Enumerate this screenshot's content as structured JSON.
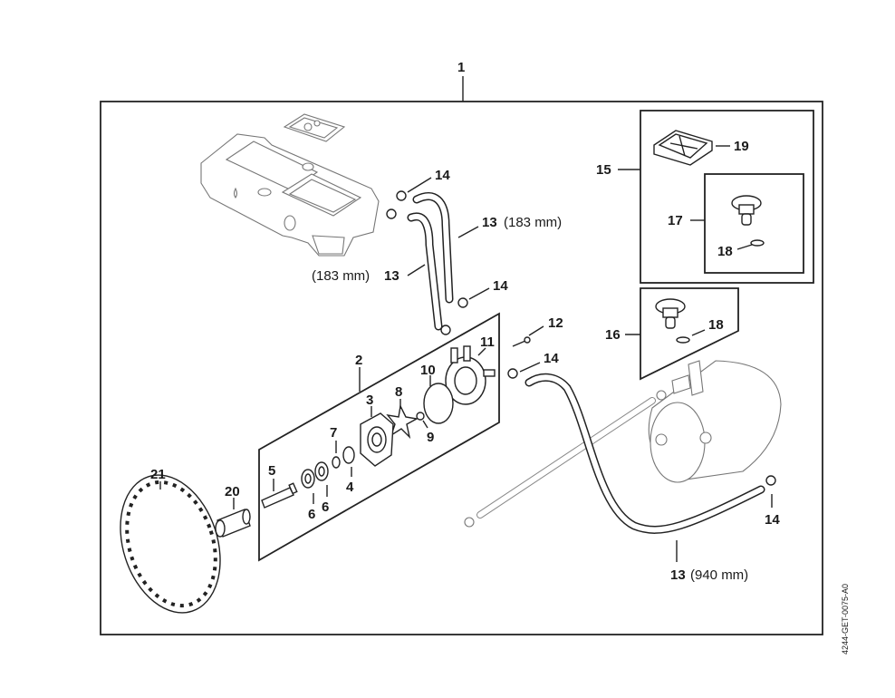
{
  "diagram": {
    "title_callout": "1",
    "reference_code": "4244-GET-0075-A0",
    "callouts": [
      {
        "id": "1",
        "part": "assembly-kit"
      },
      {
        "id": "2",
        "part": "pump-kit"
      },
      {
        "id": "3",
        "part": "pump-housing"
      },
      {
        "id": "4",
        "part": "seal"
      },
      {
        "id": "5",
        "part": "shaft"
      },
      {
        "id": "6a",
        "label": "6",
        "part": "bearing"
      },
      {
        "id": "6b",
        "label": "6",
        "part": "bearing"
      },
      {
        "id": "7",
        "part": "retaining-ring"
      },
      {
        "id": "8",
        "part": "impeller"
      },
      {
        "id": "9",
        "part": "nut"
      },
      {
        "id": "10",
        "part": "o-ring"
      },
      {
        "id": "11",
        "part": "pump-cover"
      },
      {
        "id": "12",
        "part": "screw"
      },
      {
        "id": "13a",
        "label": "13",
        "part": "hose",
        "length": "(183 mm)"
      },
      {
        "id": "13b",
        "label": "13",
        "part": "hose",
        "length": "(183 mm)"
      },
      {
        "id": "13c",
        "label": "13",
        "part": "hose",
        "length": "(940 mm)"
      },
      {
        "id": "14a",
        "label": "14",
        "part": "hose-clamp"
      },
      {
        "id": "14b",
        "label": "14",
        "part": "hose-clamp"
      },
      {
        "id": "14c",
        "label": "14",
        "part": "hose-clamp"
      },
      {
        "id": "14d",
        "label": "14",
        "part": "hose-clamp"
      },
      {
        "id": "15",
        "part": "valve-kit"
      },
      {
        "id": "16",
        "part": "cap-kit"
      },
      {
        "id": "17",
        "part": "cap-kit"
      },
      {
        "id": "18a",
        "label": "18",
        "part": "o-ring"
      },
      {
        "id": "18b",
        "label": "18",
        "part": "o-ring"
      },
      {
        "id": "19",
        "part": "valve-plate"
      },
      {
        "id": "20",
        "part": "coupling"
      },
      {
        "id": "21",
        "part": "fan-guard"
      }
    ],
    "labels": {
      "c1": "1",
      "c2": "2",
      "c3": "3",
      "c4": "4",
      "c5": "5",
      "c6a": "6",
      "c6b": "6",
      "c7": "7",
      "c8": "8",
      "c9": "9",
      "c10": "10",
      "c11": "11",
      "c12": "12",
      "c13a": "13",
      "c13a_len": "(183 mm)",
      "c13b": "13",
      "c13b_len": "(183 mm)",
      "c13c": "13",
      "c13c_len": "(940 mm)",
      "c14a": "14",
      "c14b": "14",
      "c14c": "14",
      "c14d": "14",
      "c15": "15",
      "c16": "16",
      "c17": "17",
      "c18a": "18",
      "c18b": "18",
      "c19": "19",
      "c20": "20",
      "c21": "21"
    }
  }
}
